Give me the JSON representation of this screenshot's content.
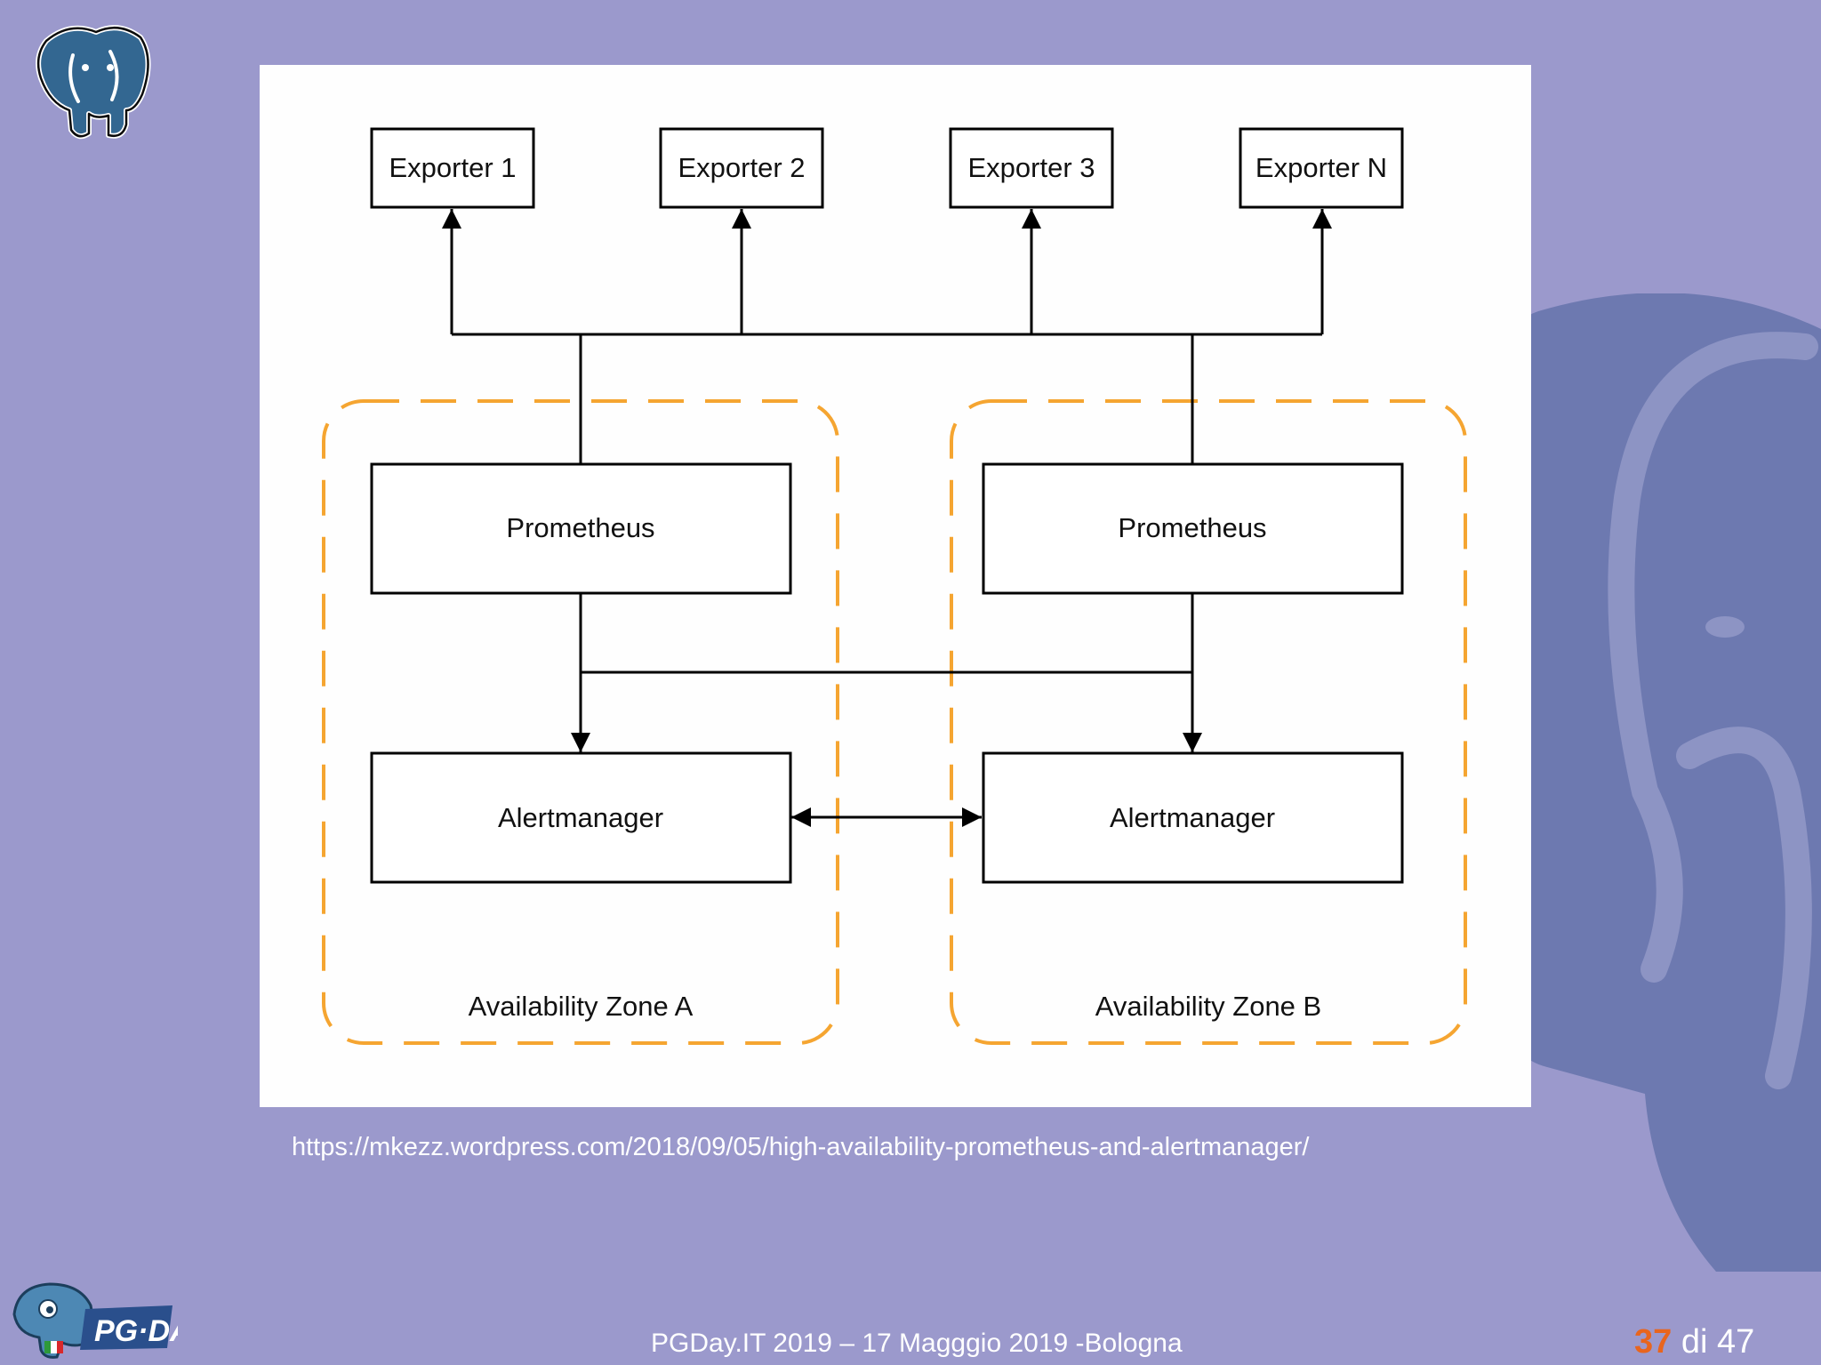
{
  "diagram": {
    "exporters": [
      "Exporter 1",
      "Exporter 2",
      "Exporter 3",
      "Exporter N"
    ],
    "zones": [
      {
        "name": "Availability Zone A",
        "prometheus": "Prometheus",
        "alertmanager": "Alertmanager"
      },
      {
        "name": "Availability Zone B",
        "prometheus": "Prometheus",
        "alertmanager": "Alertmanager"
      }
    ],
    "colors": {
      "zone_border": "#f5a531",
      "lines": "#000000"
    }
  },
  "source_url": "https://mkezz.wordpress.com/2018/09/05/high-availability-prometheus-and-alertmanager/",
  "footer": {
    "event": "PGDay.IT 2019 – 17 Magggio 2019 -Bologna",
    "page_current": "37",
    "page_sep": "di",
    "page_total": "47"
  },
  "theme": {
    "background": "#9b99cc",
    "accent": "#e8651e"
  },
  "icons": {
    "top_logo": "postgresql-elephant-icon",
    "bottom_logo": "pgday-logo-icon",
    "background": "elephant-watermark-icon"
  }
}
